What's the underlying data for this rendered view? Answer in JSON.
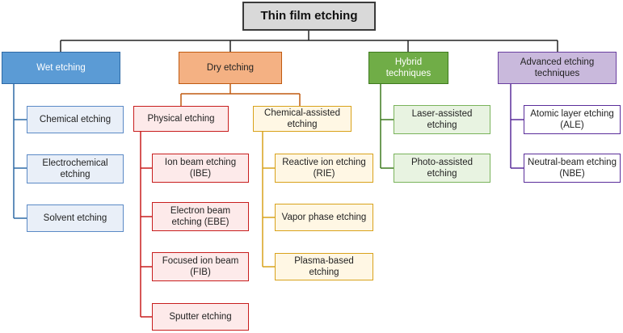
{
  "root": "Thin film etching",
  "categories": {
    "wet": "Wet etching",
    "dry": "Dry etching",
    "hybrid": "Hybrid techniques",
    "advanced": "Advanced etching techniques"
  },
  "wet_items": [
    "Chemical etching",
    "Electrochemical etching",
    "Solvent etching"
  ],
  "dry_groups": {
    "physical": {
      "label": "Physical etching",
      "items": [
        "Ion beam etching (IBE)",
        "Electron beam etching (EBE)",
        "Focused ion beam (FIB)",
        "Sputter etching"
      ]
    },
    "chemical_assisted": {
      "label": "Chemical-assisted etching",
      "items": [
        "Reactive ion etching (RIE)",
        "Vapor phase etching",
        "Plasma-based etching"
      ]
    }
  },
  "hybrid_items": [
    "Laser-assisted etching",
    "Photo-assisted etching"
  ],
  "advanced_items": [
    "Atomic layer etching (ALE)",
    "Neutral-beam etching (NBE)"
  ]
}
